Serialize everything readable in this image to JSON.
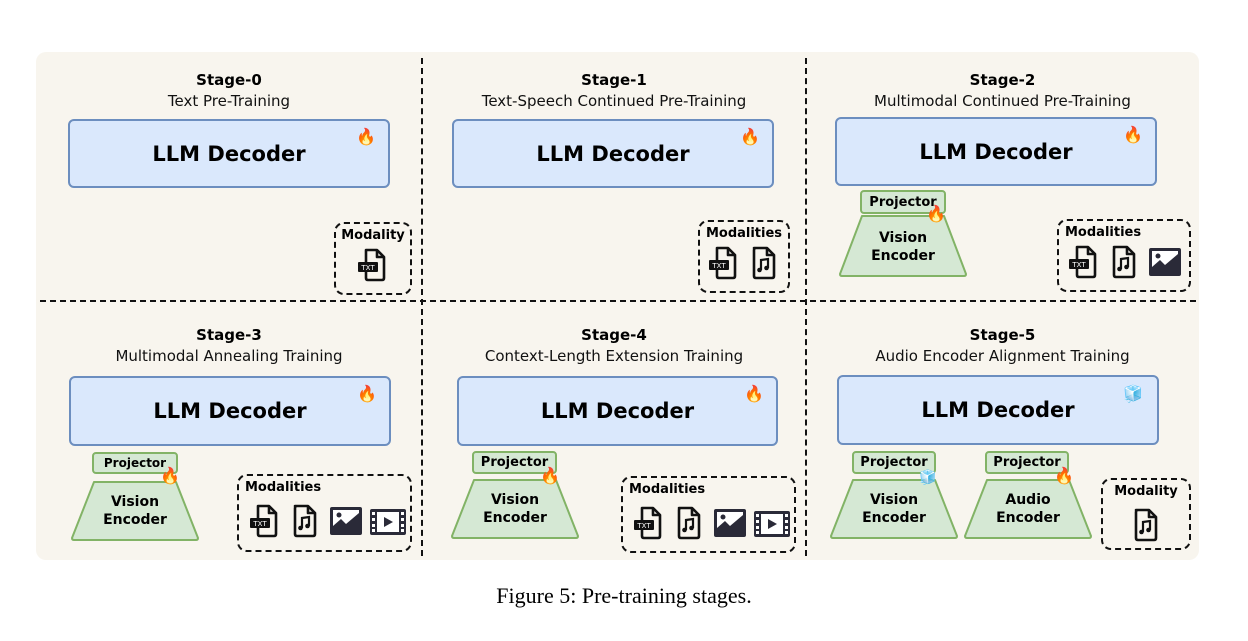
{
  "figure": {
    "caption": "Figure 5: Pre-training stages.",
    "colors": {
      "panel_bg": "#f8f5ee",
      "llm_fill": "#dae8fc",
      "llm_border": "#6c8ebf",
      "encoder_fill": "#d5e8d4",
      "encoder_border": "#82b366"
    }
  },
  "legend": {
    "trainable_icon": "fire-icon",
    "frozen_icon": "ice-cube-icon"
  },
  "stages": [
    {
      "title": "Stage-0",
      "subtitle": "Text Pre-Training",
      "llm": {
        "label": "LLM Decoder",
        "state": "trainable"
      },
      "modality_label": "Modality",
      "modalities": [
        "text"
      ]
    },
    {
      "title": "Stage-1",
      "subtitle": "Text-Speech Continued Pre-Training",
      "llm": {
        "label": "LLM Decoder",
        "state": "trainable"
      },
      "modality_label": "Modalities",
      "modalities": [
        "text",
        "audio"
      ]
    },
    {
      "title": "Stage-2",
      "subtitle": "Multimodal Continued Pre-Training",
      "llm": {
        "label": "LLM Decoder",
        "state": "trainable"
      },
      "encoders": [
        {
          "projector": "Projector",
          "label_line1": "Vision",
          "label_line2": "Encoder",
          "state": "trainable"
        }
      ],
      "modality_label": "Modalities",
      "modalities": [
        "text",
        "audio",
        "image"
      ]
    },
    {
      "title": "Stage-3",
      "subtitle": "Multimodal Annealing Training",
      "llm": {
        "label": "LLM Decoder",
        "state": "trainable"
      },
      "encoders": [
        {
          "projector": "Projector",
          "label_line1": "Vision",
          "label_line2": "Encoder",
          "state": "trainable"
        }
      ],
      "modality_label": "Modalities",
      "modalities": [
        "text",
        "audio",
        "image",
        "video"
      ]
    },
    {
      "title": "Stage-4",
      "subtitle": "Context-Length Extension Training",
      "llm": {
        "label": "LLM Decoder",
        "state": "trainable"
      },
      "encoders": [
        {
          "projector": "Projector",
          "label_line1": "Vision",
          "label_line2": "Encoder",
          "state": "trainable"
        }
      ],
      "modality_label": "Modalities",
      "modalities": [
        "text",
        "audio",
        "image",
        "video"
      ]
    },
    {
      "title": "Stage-5",
      "subtitle": "Audio Encoder Alignment Training",
      "llm": {
        "label": "LLM Decoder",
        "state": "frozen"
      },
      "encoders": [
        {
          "projector": "Projector",
          "label_line1": "Vision",
          "label_line2": "Encoder",
          "state": "frozen"
        },
        {
          "projector": "Projector",
          "label_line1": "Audio",
          "label_line2": "Encoder",
          "state": "trainable"
        }
      ],
      "modality_label": "Modality",
      "modalities": [
        "audio"
      ]
    }
  ],
  "icon_text": {
    "txt": "TXT"
  }
}
